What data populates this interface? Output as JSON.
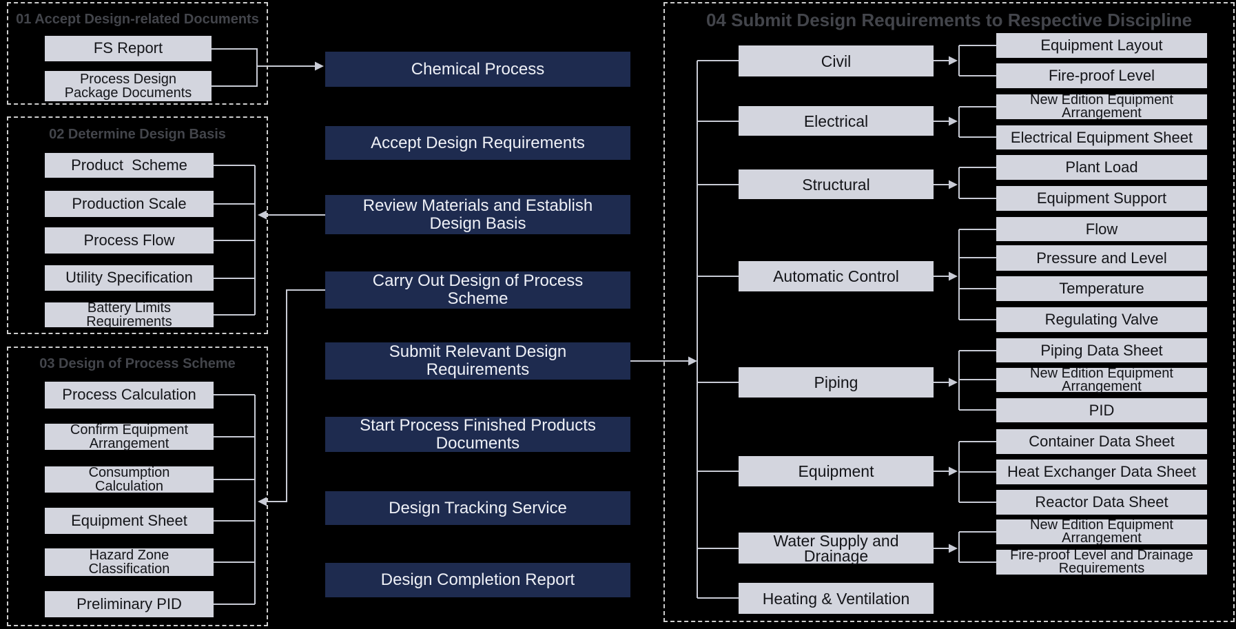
{
  "colors": {
    "background": "#000000",
    "box_gray": "#d3d5de",
    "box_navy": "#1e2b4f",
    "line": "#c9ccd6",
    "dashed_border": "#cfcfcf",
    "group_title": "#43454b",
    "box_text": "#141519",
    "navy_text": "#eef0f6"
  },
  "left_groups": [
    {
      "title": "01 Accept Design-related Documents",
      "items": [
        "FS Report",
        "Process Design\nPackage Documents"
      ]
    },
    {
      "title": "02 Determine Design Basis",
      "items": [
        "Product  Scheme",
        "Production Scale",
        "Process Flow",
        "Utility Specification",
        "Battery Limits\nRequirements"
      ]
    },
    {
      "title": "03 Design of Process Scheme",
      "items": [
        "Process Calculation",
        "Confirm Equipment\nArrangement",
        "Consumption\nCalculation",
        "Equipment Sheet",
        "Hazard Zone\nClassification",
        "Preliminary PID"
      ]
    }
  ],
  "main_flow": [
    "Chemical Process",
    "Accept Design Requirements",
    "Review Materials and Establish\nDesign Basis",
    "Carry Out Design of Process\nScheme",
    "Submit Relevant Design\nRequirements",
    "Start Process Finished Products\nDocuments",
    "Design Tracking Service",
    "Design Completion Report"
  ],
  "right_group": {
    "title": "04 Submit Design Requirements to Respective Discipline",
    "disciplines": [
      "Civil",
      "Electrical",
      "Structural",
      "Automatic Control",
      "Piping",
      "Equipment",
      "Water Supply and\nDrainage",
      "Heating & Ventilation"
    ],
    "outputs": [
      [
        "Equipment Layout",
        "Fire-proof Level"
      ],
      [
        "New Edition Equipment\nArrangement",
        "Electrical Equipment Sheet"
      ],
      [
        "Plant Load",
        "Equipment Support"
      ],
      [
        "Flow",
        "Pressure and Level",
        "Temperature",
        "Regulating Valve"
      ],
      [
        "Piping Data Sheet",
        "New Edition Equipment\nArrangement",
        "PID"
      ],
      [
        "Container Data Sheet",
        "Heat Exchanger Data Sheet",
        "Reactor Data Sheet"
      ],
      [
        "New Edition Equipment\nArrangement",
        "Fire-proof Level and Drainage\nRequirements"
      ],
      []
    ]
  }
}
